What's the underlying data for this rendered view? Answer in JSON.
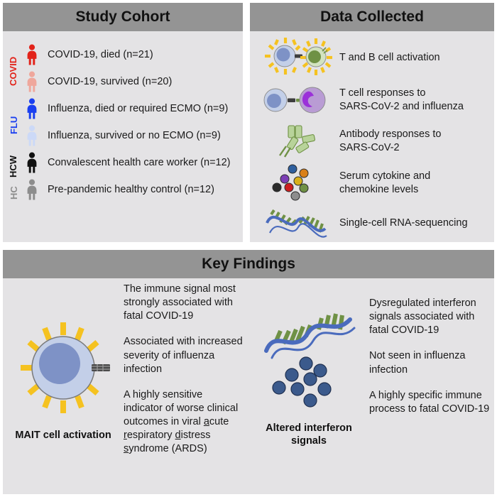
{
  "colors": {
    "panel_header_bg": "#949494",
    "panel_body_bg": "#e4e3e5",
    "page_bg": "#ffffff",
    "covid_red": "#e2231a",
    "covid_pink": "#efa79c",
    "flu_blue": "#1a3ff0",
    "flu_lightblue": "#ccd9f7",
    "hcw_black": "#111111",
    "hc_gray": "#8d8d8d",
    "activation_yellow": "#f5c220",
    "tcell_fill": "#c3cfe8",
    "tcell_nucleus": "#7e92c6",
    "bcell_fill": "#d2e3c0",
    "bcell_nucleus": "#6f9145",
    "apc_fill": "#b99cd4",
    "apc_nucleus": "#9b30d9",
    "antibody_green": "#b8d39a",
    "dna_backbone": "#4a6bbd",
    "dna_rungs": "#6f9145",
    "interferon_dot": "#3b5a8c"
  },
  "panels": {
    "cohort": {
      "title": "Study Cohort",
      "groups": [
        {
          "tag": "COVID",
          "color_key": "covid_red"
        },
        {
          "tag": "FLU",
          "color_key": "flu_blue"
        },
        {
          "tag": "HCW",
          "color_key": "hcw_black"
        },
        {
          "tag": "HC",
          "color_key": "hc_gray"
        }
      ],
      "rows": [
        {
          "label": "COVID-19, died (n=21)",
          "icon": "person-icon",
          "icon_color": "#e2231a",
          "n": 21
        },
        {
          "label": "COVID-19, survived (n=20)",
          "icon": "person-icon",
          "icon_color": "#efa79c",
          "n": 20
        },
        {
          "label": "Influenza, died or required ECMO (n=9)",
          "icon": "person-icon",
          "icon_color": "#1a3ff0",
          "n": 9
        },
        {
          "label": "Influenza, survived or no ECMO (n=9)",
          "icon": "person-icon",
          "icon_color": "#ccd9f7",
          "n": 9
        },
        {
          "label": "Convalescent health care worker (n=12)",
          "icon": "person-icon",
          "icon_color": "#111111",
          "n": 12
        },
        {
          "label": "Pre-pandemic healthy control (n=12)",
          "icon": "person-icon",
          "icon_color": "#8d8d8d",
          "n": 12
        }
      ]
    },
    "data_collected": {
      "title": "Data Collected",
      "rows": [
        {
          "label": "T and B cell activation",
          "figure": "activated-t-and-b-cell-figure"
        },
        {
          "label": "T cell responses to\nSARS-CoV-2 and influenza",
          "line1": "T cell responses to",
          "line2": "SARS-CoV-2 and influenza",
          "figure": "t-cell-apc-interaction-figure"
        },
        {
          "label": "Antibody responses to\nSARS-CoV-2",
          "line1": "Antibody responses to",
          "line2": "SARS-CoV-2",
          "figure": "antibody-figure"
        },
        {
          "label": "Serum cytokine and\nchemokine levels",
          "line1": "Serum cytokine and",
          "line2": "chemokine levels",
          "figure": "cytokine-dots-figure"
        },
        {
          "label": "Single-cell RNA-sequencing",
          "line1": "Single-cell RNA-sequencing",
          "line2": "",
          "figure": "dna-helix-figure"
        }
      ],
      "cytokine_dot_colors": [
        "#2f5f9e",
        "#d98019",
        "#7d3fb5",
        "#d9b019",
        "#2b2b2b",
        "#cc1f1f",
        "#6f9145",
        "#8d8d8d"
      ]
    },
    "findings": {
      "title": "Key Findings",
      "left": {
        "figure": "mait-cell-activation-figure",
        "figure_label": "MAIT cell activation",
        "paragraphs": [
          "The immune signal most strongly associated with fatal COVID-19",
          "Associated with increased severity of influenza infection",
          "A highly sensitive indicator of worse clinical outcomes in viral acute respiratory distress syndrome (ARDS)"
        ],
        "p3_parts": {
          "pre": "A highly sensitive indicator of worse clinical outcomes in viral ",
          "a": "a",
          "cute": "cute ",
          "r": "r",
          "espiratory": "espiratory ",
          "d": "d",
          "istress": "istress ",
          "s": "s",
          "yndrome": "yndrome ",
          "post": "(ARDS)"
        }
      },
      "right": {
        "figure": "altered-interferon-signals-figure",
        "figure_label_line1": "Altered interferon",
        "figure_label_line2": "signals",
        "paragraphs": [
          "Dysregulated interferon signals associated with fatal COVID-19",
          "Not seen in influenza infection",
          "A highly specific immune process to fatal COVID-19"
        ]
      }
    }
  }
}
